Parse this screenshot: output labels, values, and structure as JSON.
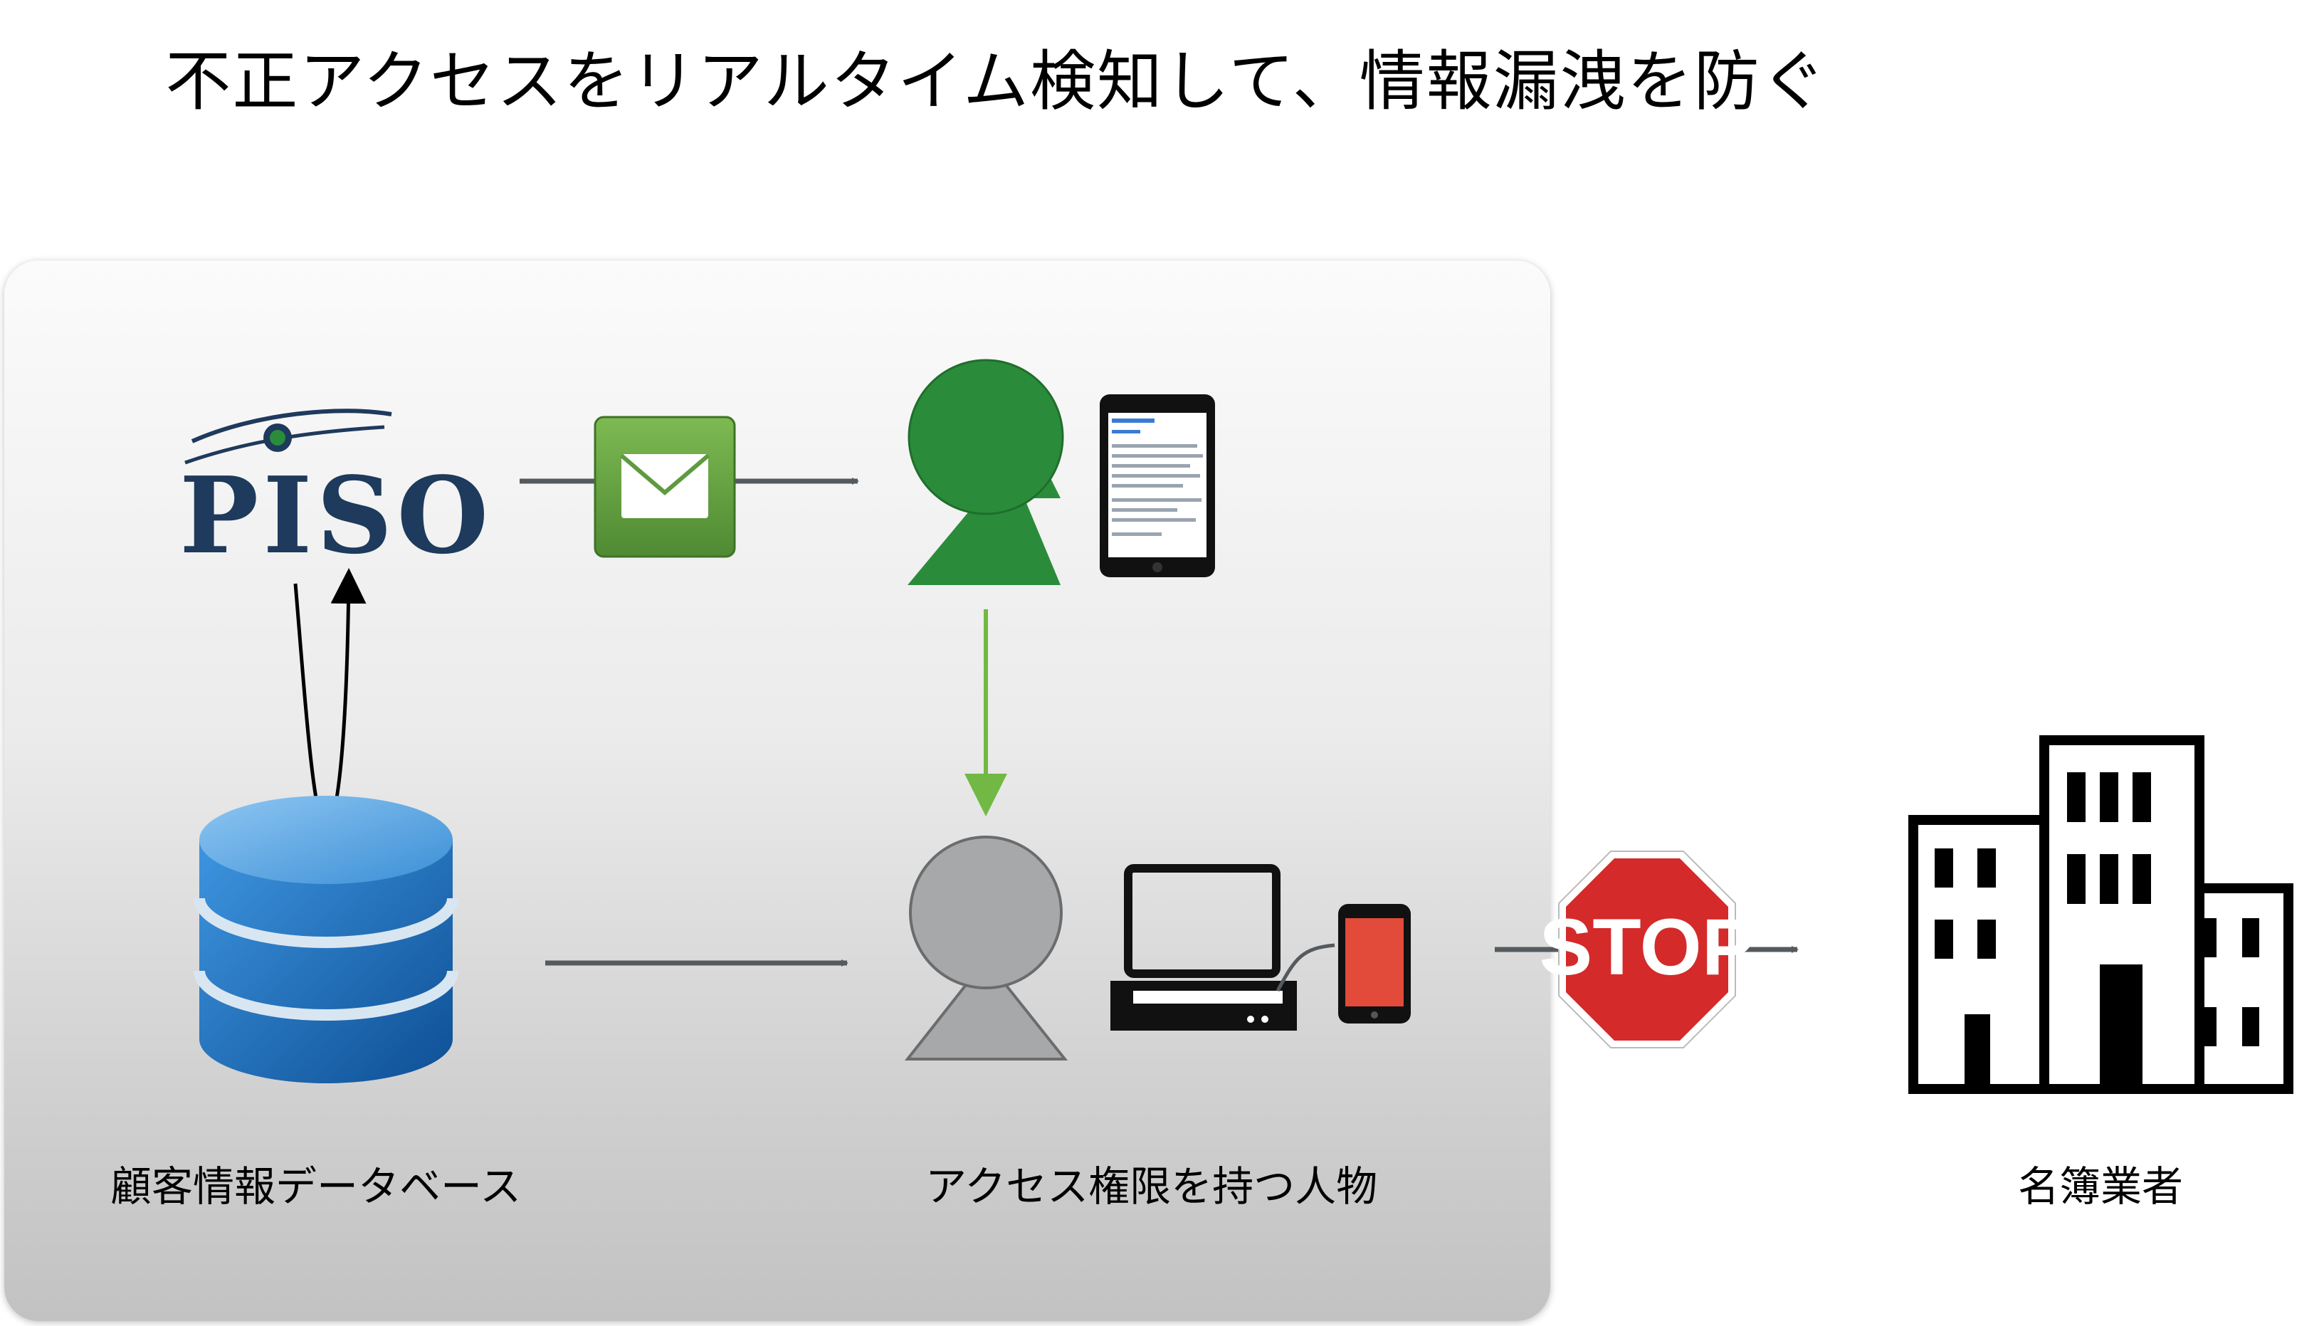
{
  "title": "不正アクセスをリアルタイム検知して、情報漏洩を防ぐ",
  "logo": {
    "text": "PISO",
    "icon": "eye-swoosh-icon"
  },
  "labels": {
    "database": "顧客情報データベース",
    "person": "アクセス権限を持つ人物",
    "broker": "名簿業者"
  },
  "stop_sign": {
    "text": "STOP"
  },
  "colors": {
    "alert_green": "#2a8c3a",
    "mail_green": "#6aa548",
    "arrow_green": "#72b844",
    "db_blue": "#1d6fbf",
    "stop_red": "#d42a2a",
    "logo_navy": "#1e3a5c",
    "arrow_gray": "#555a5e"
  },
  "icons": [
    "mail-icon",
    "alerted-person-icon",
    "smartphone-icon",
    "database-icon",
    "insider-person-icon",
    "laptop-icon",
    "red-phone-icon",
    "stop-sign-icon",
    "buildings-icon"
  ]
}
